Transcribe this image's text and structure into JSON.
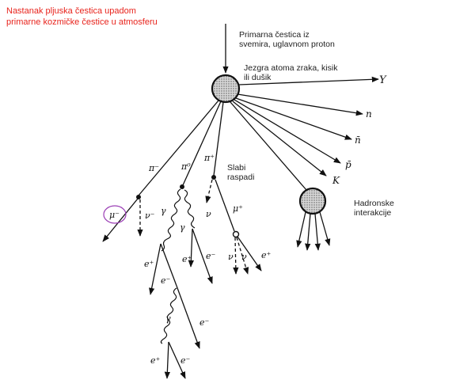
{
  "caption": {
    "line1": "Nastanak pljuska čestica upadom",
    "line2": "primarne kozmičke čestice u atmosferu"
  },
  "notes": {
    "primary_1": "Primarna čestica iz",
    "primary_2": "svemira, uglavnom proton",
    "nucleus_1": "Jezgra atoma zraka, kisik",
    "nucleus_2": "ili dušik",
    "weak_1": "Slabi",
    "weak_2": "raspadi",
    "hadronic_1": "Hadronske",
    "hadronic_2": "interakcije"
  },
  "particles": {
    "Y": "Y",
    "n": "n",
    "nbar": "n̄",
    "pbar": "p̄",
    "K": "K",
    "pi_minus": "π⁻",
    "pi_zero": "π⁰",
    "pi_plus": "π⁺",
    "mu_minus": "μ⁻",
    "nu_minus": "ν⁻",
    "gamma": "γ",
    "nu": "ν",
    "mu_plus": "μ⁺",
    "e_plus": "e⁺",
    "e_minus": "e⁻"
  },
  "colors": {
    "caption": "#e8231c",
    "highlight_circle": "#9b3fb5",
    "ink": "#111111"
  }
}
